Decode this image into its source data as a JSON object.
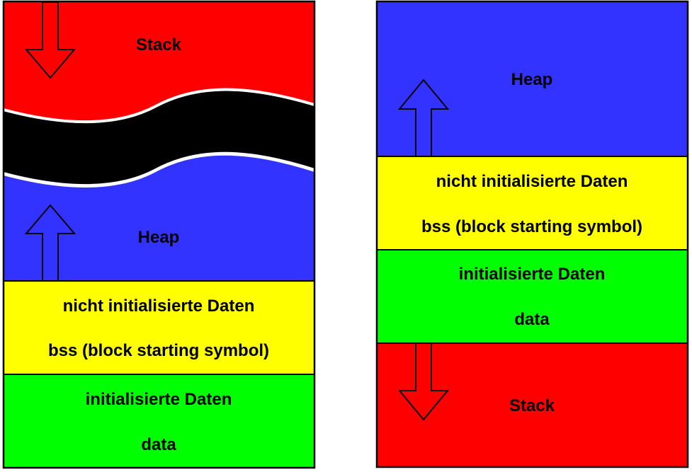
{
  "colors": {
    "stack": "#ff0000",
    "heap": "#3333ff",
    "bss": "#ffff00",
    "data": "#00ff00",
    "gap": "#000000",
    "outline": "#000000"
  },
  "left_layout": {
    "stack_label": "Stack",
    "heap_label": "Heap",
    "bss_line1": "nicht initialisierte Daten",
    "bss_line2": "bss (block starting symbol)",
    "data_line1": "initialisierte Daten",
    "data_line2": "data",
    "stack_arrow": "arrow-down-icon",
    "heap_arrow": "arrow-up-icon"
  },
  "right_layout": {
    "heap_label": "Heap",
    "bss_line1": "nicht initialisierte Daten",
    "bss_line2": "bss (block starting symbol)",
    "data_line1": "initialisierte Daten",
    "data_line2": "data",
    "stack_label": "Stack",
    "heap_arrow": "arrow-up-icon",
    "stack_arrow": "arrow-down-icon"
  }
}
